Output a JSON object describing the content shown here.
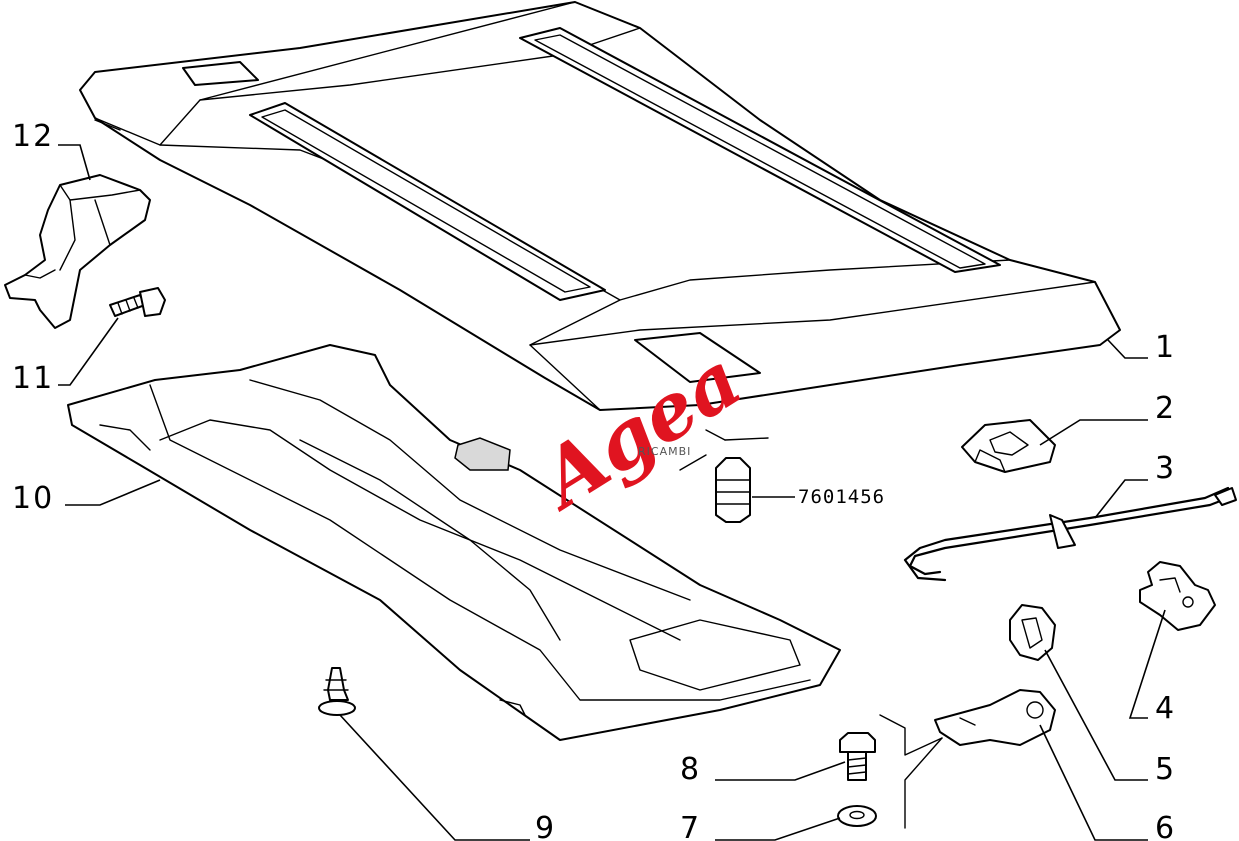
{
  "diagram": {
    "watermark": {
      "brand": "Agea",
      "sub": "RICAMBI",
      "color": "#e01420"
    },
    "callouts": [
      {
        "id": "1",
        "label": "1"
      },
      {
        "id": "2",
        "label": "2"
      },
      {
        "id": "3",
        "label": "3"
      },
      {
        "id": "4",
        "label": "4"
      },
      {
        "id": "5",
        "label": "5"
      },
      {
        "id": "6",
        "label": "6"
      },
      {
        "id": "7",
        "label": "7"
      },
      {
        "id": "8",
        "label": "8"
      },
      {
        "id": "9",
        "label": "9"
      },
      {
        "id": "10",
        "label": "10"
      },
      {
        "id": "11",
        "label": "11"
      },
      {
        "id": "12",
        "label": "12"
      }
    ],
    "part_code": "7601456"
  }
}
